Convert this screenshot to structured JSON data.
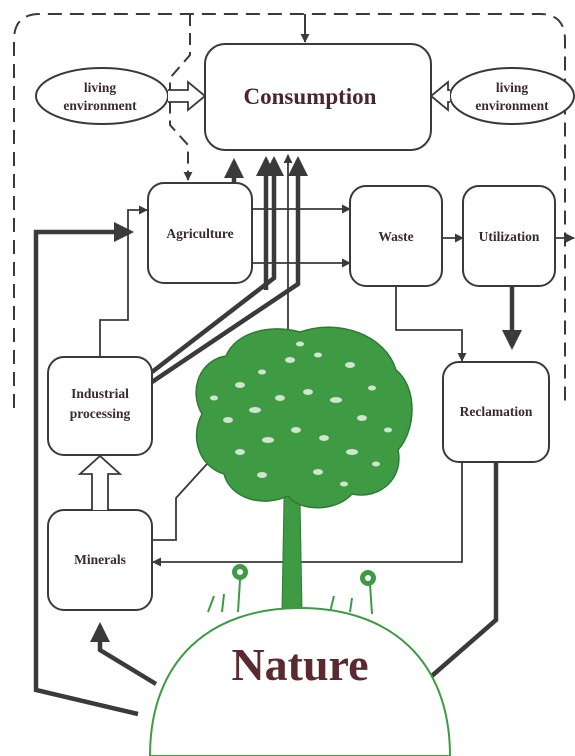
{
  "diagram": {
    "center": "Consumption",
    "left_env_line1": "living",
    "left_env_line2": "environment",
    "right_env_line1": "living",
    "right_env_line2": "environment",
    "agriculture": "Agriculture",
    "waste": "Waste",
    "utilization": "Utilization",
    "industrial_line1": "Industrial",
    "industrial_line2": "processing",
    "reclamation": "Reclamation",
    "minerals": "Minerals",
    "nature": "Nature"
  },
  "colors": {
    "outline": "#3a3a3a",
    "arrow": "#3a3a3a",
    "tree_green": "#3f9a44",
    "text": "#3a2a2e"
  }
}
